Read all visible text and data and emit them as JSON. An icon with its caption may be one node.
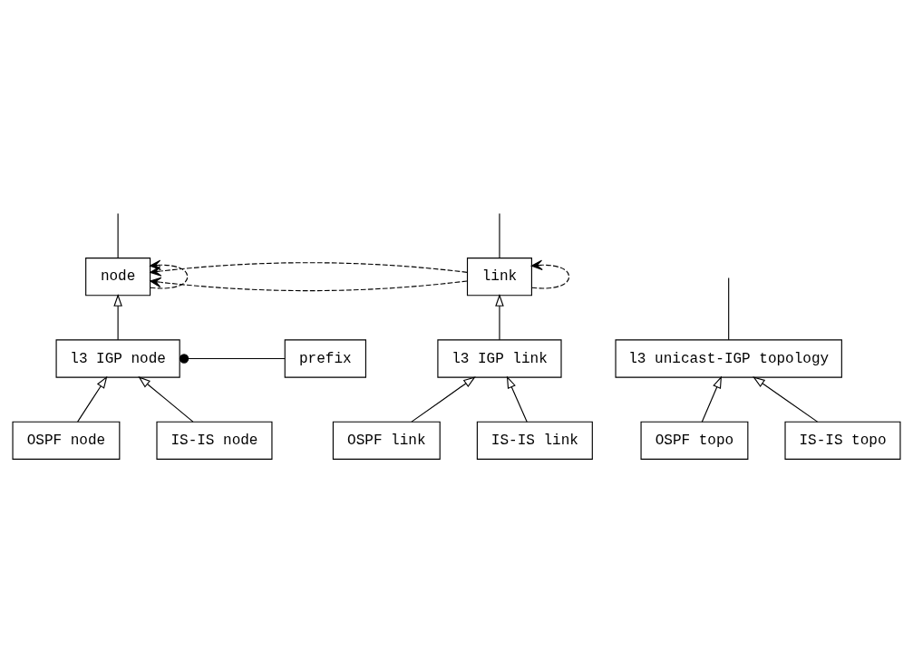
{
  "diagram": {
    "nodes": [
      {
        "text": [
          "node"
        ]
      },
      {
        "text": [
          "link"
        ]
      },
      {
        "text": [
          "l3 unicast-IGP topology"
        ]
      },
      {
        "text": [
          "prefix"
        ]
      },
      {
        "text": [
          "l3 IGP node"
        ]
      },
      {
        "text": [
          "l3 IGP link"
        ]
      },
      {
        "text": [
          "OSPF topo"
        ]
      },
      {
        "text": [
          "IS-IS topo"
        ]
      },
      {
        "text": [
          "OSPF node"
        ]
      },
      {
        "text": [
          "IS-IS node"
        ]
      },
      {
        "text": [
          "OSPF link"
        ]
      },
      {
        "text": [
          "IS-IS link"
        ]
      }
    ],
    "edges": [
      {
        "from": 0,
        "to": 0,
        "arrow": "to",
        "style": "dashed"
      },
      {
        "from": 1,
        "to": 0,
        "arrow": "to",
        "style": "dashed"
      },
      {
        "from": 1,
        "to": 0,
        "arrow": "to",
        "style": "dashed"
      },
      {
        "from": 1,
        "to": 1,
        "arrow": "to",
        "style": "dashed"
      },
      {
        "from": 0,
        "to": null,
        "arrow": "none"
      },
      {
        "from": 1,
        "to": null,
        "arrow": "none"
      },
      {
        "from": 2,
        "to": null,
        "arrow": "none"
      },
      {
        "from": 4,
        "to": 0,
        "arrow": "to"
      },
      {
        "from": 5,
        "to": 1,
        "arrow": "to"
      },
      {
        "from": 6,
        "to": 2,
        "arrow": "to"
      },
      {
        "from": 7,
        "to": 2,
        "arrow": "to"
      },
      {
        "from": 3,
        "to": 4,
        "arrow": "other"
      },
      {
        "from": 8,
        "to": 4,
        "arrow": "to"
      },
      {
        "from": 9,
        "to": 4,
        "arrow": "to"
      },
      {
        "from": 10,
        "to": 5,
        "arrow": "to"
      },
      {
        "from": 11,
        "to": 5,
        "arrow": "to"
      }
    ]
  }
}
